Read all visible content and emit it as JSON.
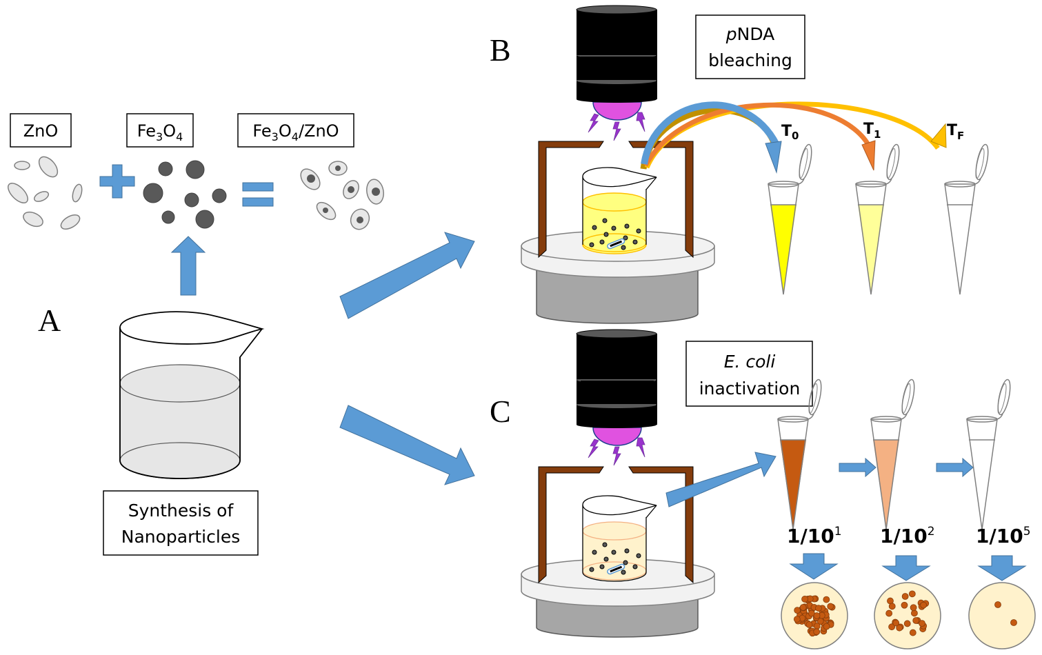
{
  "panels": {
    "a": "A",
    "b": "B",
    "c": "C"
  },
  "materials": {
    "zno": "ZnO",
    "fe3o4": {
      "base1": "Fe",
      "sub1": "3",
      "base2": "O",
      "sub2": "4"
    },
    "composite": {
      "base1": "Fe",
      "sub1": "3",
      "base2": "O",
      "sub2": "4",
      "tail": "/ZnO"
    }
  },
  "synthesis": {
    "line1": "Synthesis of",
    "line2": "Nanoparticles"
  },
  "bleaching": {
    "title_italic": "p",
    "title_rest": "NDA",
    "line2": "bleaching",
    "timepoints": [
      {
        "base": "T",
        "sub": "0",
        "color": "#5b9bd5",
        "fill": "#ffff00"
      },
      {
        "base": "T",
        "sub": "1",
        "color": "#ed7d31",
        "fill": "#ffff99"
      },
      {
        "base": "T",
        "sub": "F",
        "color": "#ffc000",
        "fill": "#ffffff"
      }
    ]
  },
  "inactivation": {
    "line1": "E. coli",
    "line2": "inactivation",
    "dilutions": [
      {
        "base": "1/10",
        "exp": "1",
        "fill": "#c55a11"
      },
      {
        "base": "1/10",
        "exp": "2",
        "fill": "#f4b183"
      },
      {
        "base": "1/10",
        "exp": "5",
        "fill": "#ffffff"
      }
    ],
    "plate_colony_levels": [
      "many",
      "some",
      "2"
    ]
  },
  "colors": {
    "arrow_blue": "#5b9bd5",
    "stand_brown": "#843c0c",
    "lamp_light": "#e052e0",
    "bolt": "#9933cc",
    "pndaa_liquid": "#ffff80",
    "ecoli_liquid": "#fff2cc",
    "plate_bg": "#fff2cc",
    "colony": "#c55a11"
  }
}
